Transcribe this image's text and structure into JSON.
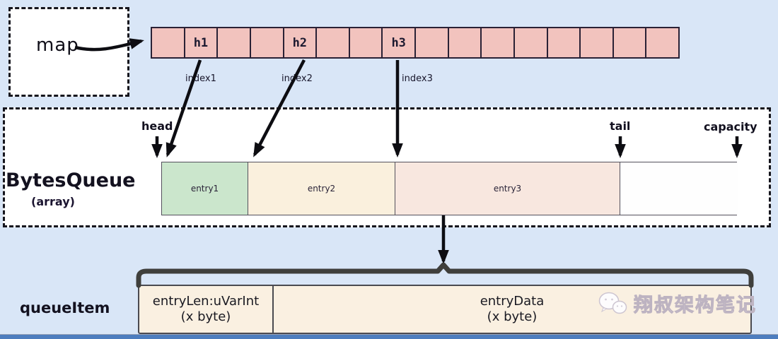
{
  "map_box": {
    "label": "map"
  },
  "hash_array": {
    "cells": [
      "",
      "h1",
      "",
      "",
      "h2",
      "",
      "",
      "h3",
      "",
      "",
      "",
      "",
      "",
      "",
      "",
      ""
    ],
    "cell_color": "#f2c3be"
  },
  "index_labels": {
    "i1": "index1",
    "i2": "index2",
    "i3": "index3"
  },
  "bytes_queue": {
    "title": "BytesQueue",
    "subtitle": "(array)",
    "head_label": "head",
    "tail_label": "tail",
    "capacity_label": "capacity",
    "segments": [
      {
        "label": "entry1",
        "color": "#cbe6cc"
      },
      {
        "label": "entry2",
        "color": "#faf0dd"
      },
      {
        "label": "entry3",
        "color": "#f8e7df"
      },
      {
        "label": "",
        "color": "#fefefe"
      }
    ]
  },
  "queue_item": {
    "label": "queueItem",
    "fields": [
      {
        "line1": "entryLen:uVarInt",
        "line2": "(x byte)"
      },
      {
        "line1": "entryData",
        "line2": "(x byte)"
      }
    ]
  },
  "watermark": {
    "text": "翔叔架构笔记",
    "icon": "wechat-chat-bubbles-icon"
  },
  "colors": {
    "background": "#d9e6f7",
    "bottom_strip": "#4d7dbe",
    "arrow": "#0d0d12",
    "bracket": "#3f3f3c"
  }
}
